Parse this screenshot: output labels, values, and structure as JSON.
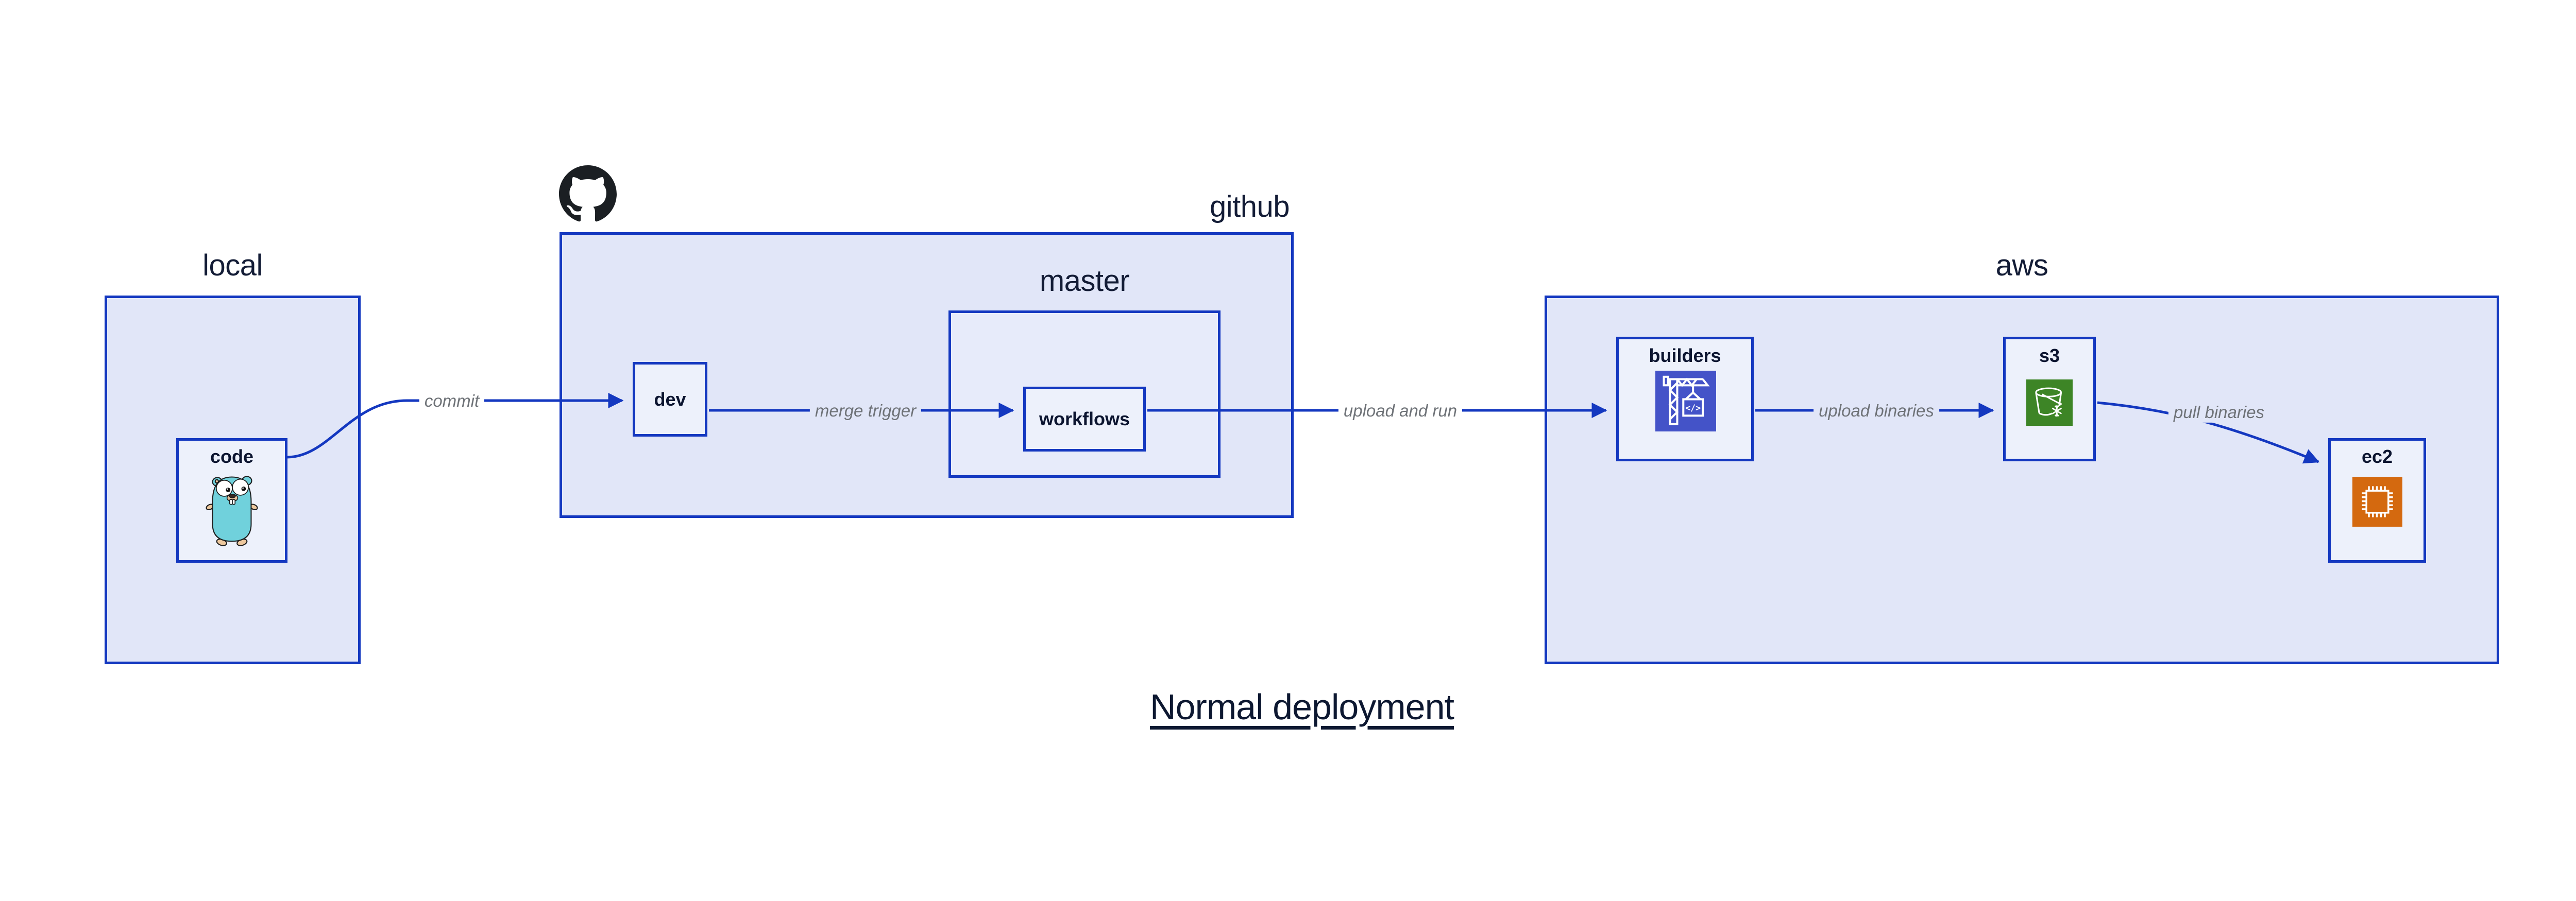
{
  "title": {
    "text": "Normal deployment"
  },
  "regions": {
    "local": {
      "label": "local"
    },
    "github": {
      "label": "github"
    },
    "master": {
      "label": "master"
    },
    "aws": {
      "label": "aws"
    }
  },
  "nodes": {
    "code": {
      "label": "code",
      "icon": "go-gopher-icon"
    },
    "dev": {
      "label": "dev"
    },
    "workflows": {
      "label": "workflows"
    },
    "builders": {
      "label": "builders",
      "icon": "codebuild-crane-icon"
    },
    "s3": {
      "label": "s3",
      "icon": "s3-glacier-bucket-icon"
    },
    "ec2": {
      "label": "ec2",
      "icon": "ec2-chip-icon"
    }
  },
  "edges": {
    "commit": {
      "label": "commit",
      "from": "code",
      "to": "dev"
    },
    "merge_trigger": {
      "label": "merge trigger",
      "from": "dev",
      "to": "workflows"
    },
    "upload_and_run": {
      "label": "upload and run",
      "from": "workflows",
      "to": "builders"
    },
    "upload_binaries": {
      "label": "upload binaries",
      "from": "builders",
      "to": "s3"
    },
    "pull_binaries": {
      "label": "pull binaries",
      "from": "s3",
      "to": "ec2"
    }
  },
  "decorations": {
    "github_logo": "github-octocat-icon"
  },
  "colors": {
    "arrow_blue": "#1438c0",
    "region_fill": "#e1e6f8",
    "master_fill": "#e7ebfa",
    "node_fill": "#edf1fb",
    "label_navy": "#131c36",
    "node_label_navy": "#0c1530",
    "edge_label_gray": "#6e7277",
    "title_navy": "#0d1831",
    "builders_icon_bg": "#4453c8",
    "s3_icon_bg": "#3d8526",
    "ec2_icon_bg": "#d4690f",
    "gopher_teal": "#70d1dc",
    "octocat_black": "#1b1f23"
  }
}
